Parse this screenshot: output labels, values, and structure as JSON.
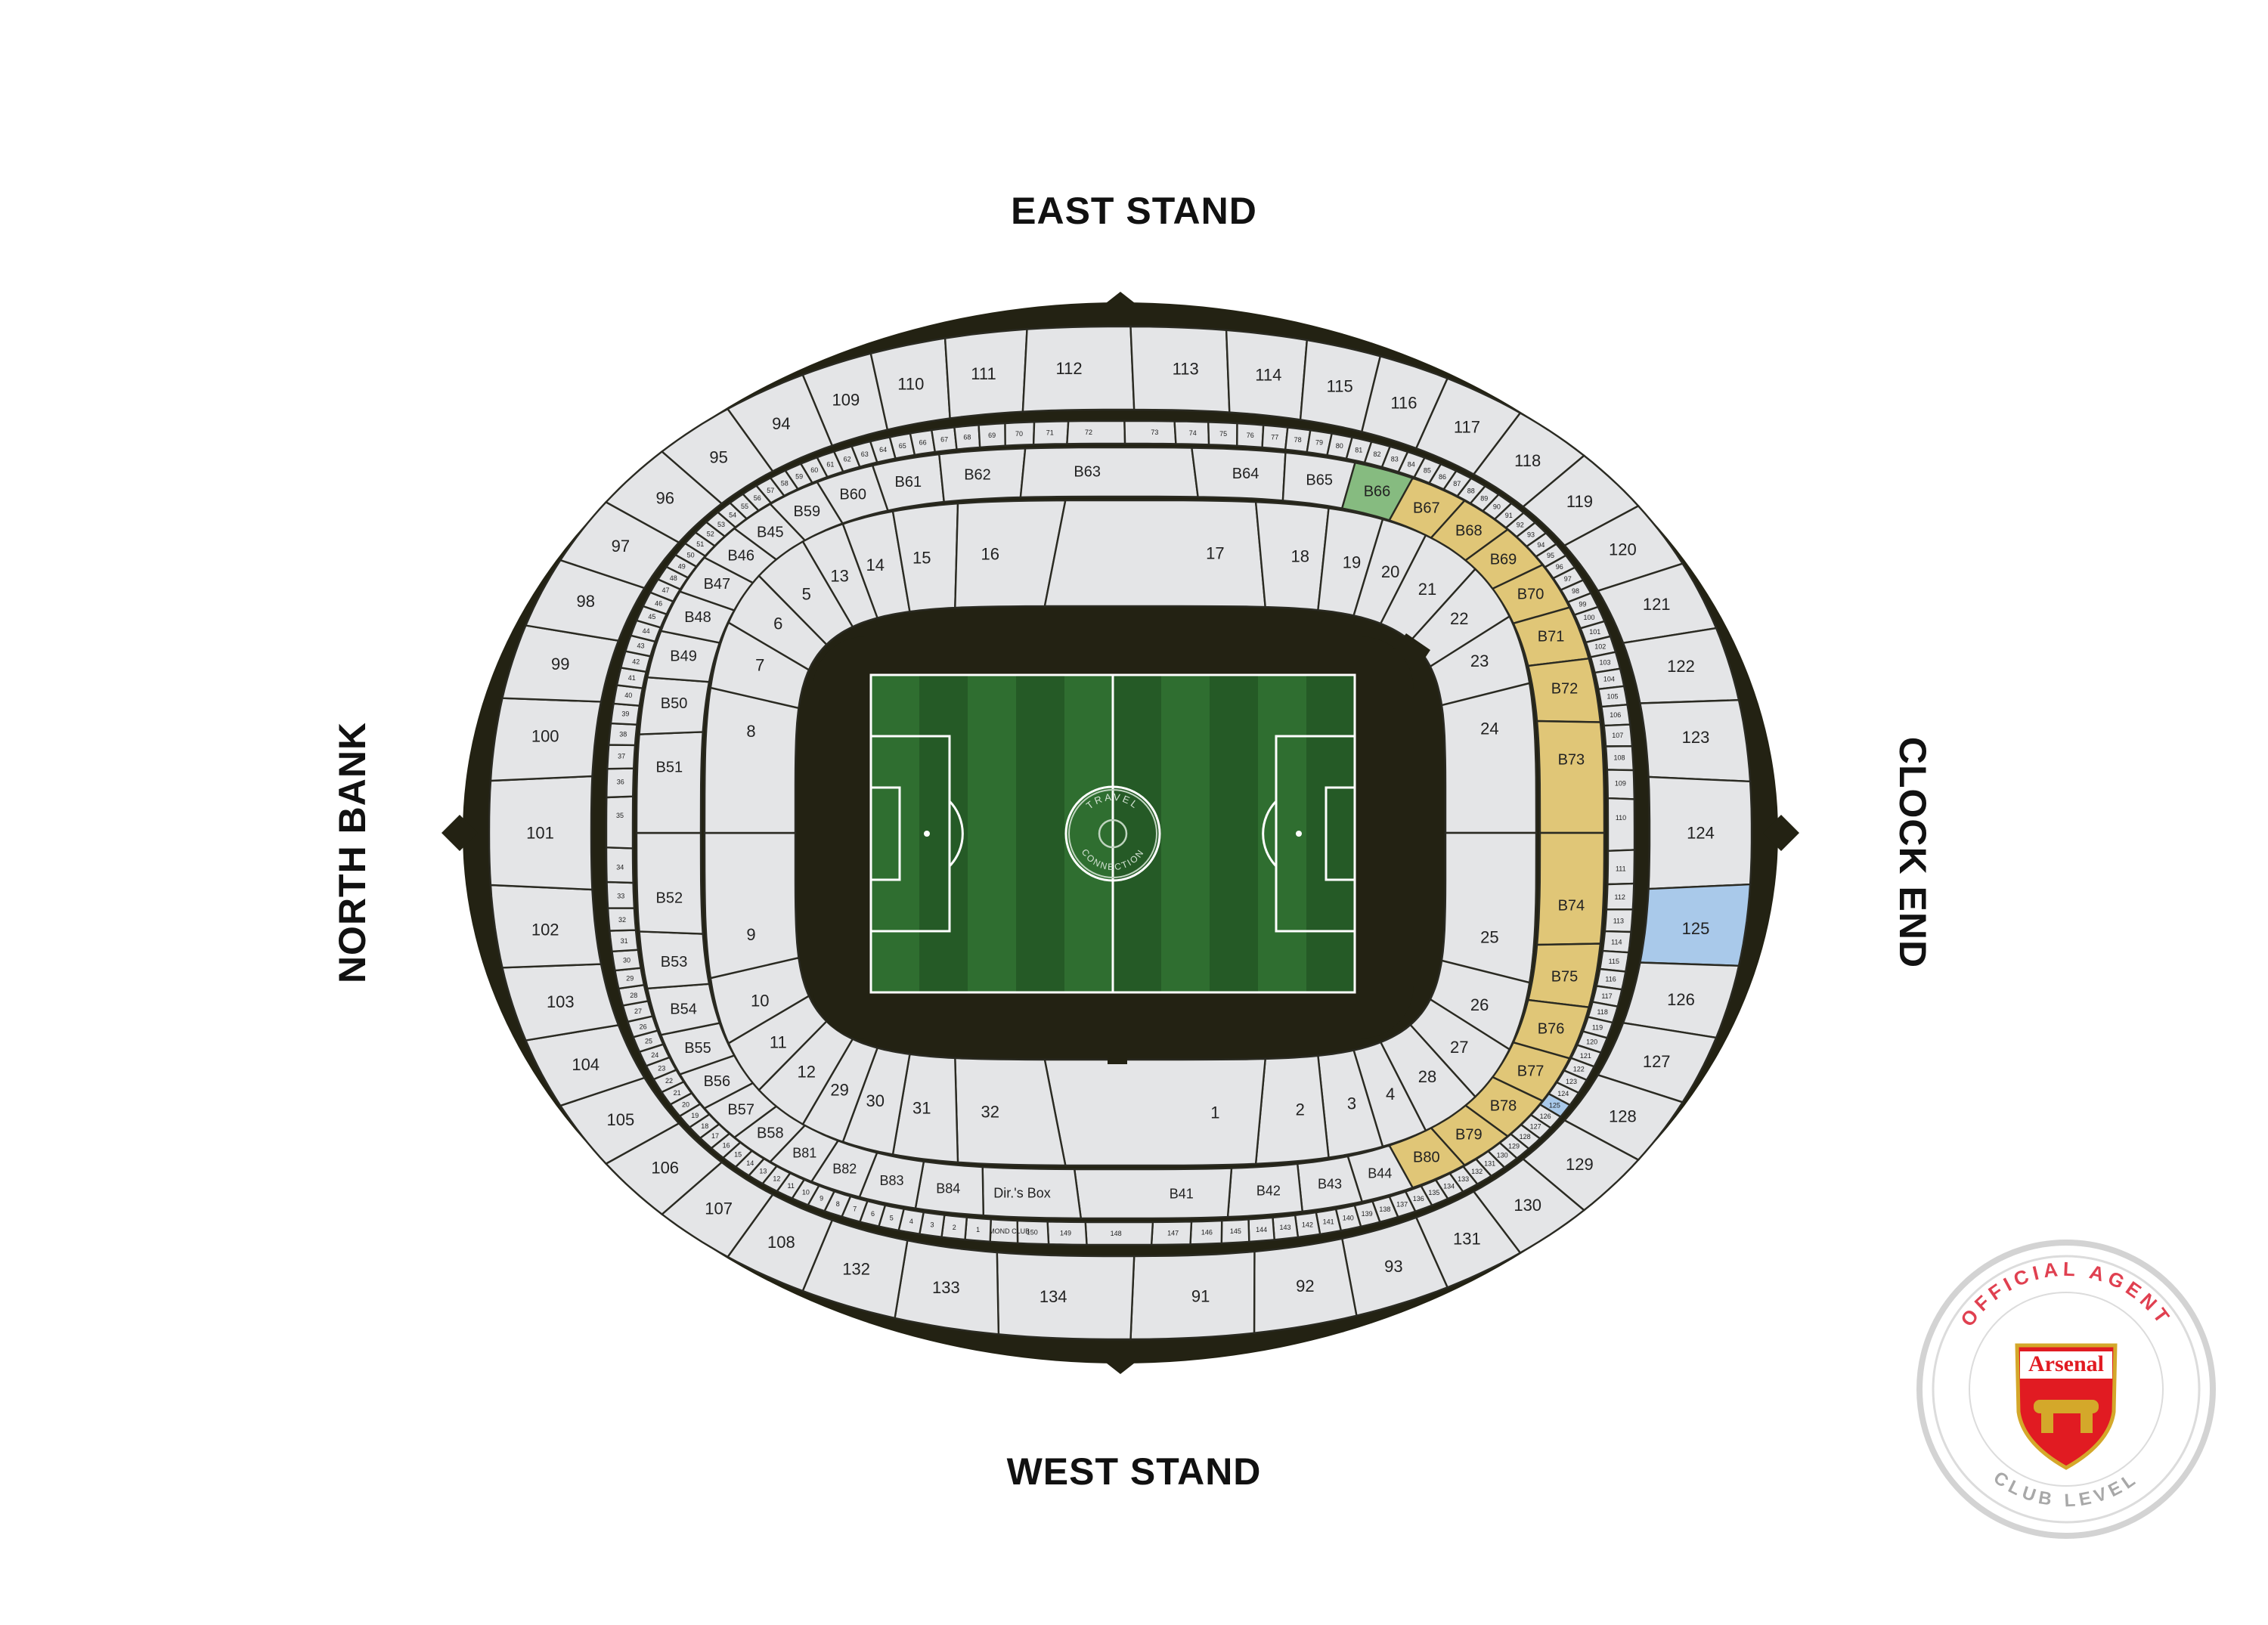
{
  "stands": {
    "east": "EAST STAND",
    "west": "WEST STAND",
    "north": "NORTH BANK",
    "clock": "CLOCK END"
  },
  "pitch_logo": {
    "top": "TRAVEL",
    "bottom": "CONNECTION",
    "icon": "travel-connection-logo-icon"
  },
  "sections": {
    "upper_east": [
      "109",
      "110",
      "111",
      "112",
      "113",
      "114",
      "115",
      "116"
    ],
    "upper_north": [
      "108",
      "107",
      "106",
      "105",
      "104",
      "103",
      "102",
      "101",
      "100",
      "99",
      "98",
      "97",
      "96",
      "95",
      "94"
    ],
    "upper_west": [
      "93",
      "92",
      "91",
      "134",
      "133",
      "132"
    ],
    "upper_clock": [
      "117",
      "118",
      "119",
      "120",
      "121",
      "122",
      "123",
      "124",
      "125",
      "126",
      "127",
      "128",
      "129",
      "130",
      "131"
    ],
    "lower_east": [
      "13",
      "14",
      "15",
      "16",
      "17",
      "18",
      "19",
      "20"
    ],
    "lower_north": [
      "12",
      "11",
      "10",
      "9",
      "8",
      "7",
      "6",
      "5"
    ],
    "lower_west": [
      "4",
      "3",
      "2",
      "1",
      "32",
      "31",
      "30",
      "29"
    ],
    "lower_clock": [
      "21",
      "22",
      "23",
      "24",
      "25",
      "26",
      "27",
      "28"
    ],
    "box_east": [
      "B59",
      "B60",
      "B61",
      "B62",
      "B63",
      "B64",
      "B65",
      "B66"
    ],
    "box_north": [
      "B58",
      "B57",
      "B56",
      "B55",
      "B54",
      "B53",
      "B52",
      "B51",
      "B50",
      "B49",
      "B48",
      "B47",
      "B46",
      "B45"
    ],
    "box_west": [
      "B44",
      "B43",
      "B42",
      "B41",
      "Dir.'s Box",
      "B84",
      "B83",
      "B82",
      "B81"
    ],
    "box_clock": [
      "B67",
      "B68",
      "B69",
      "B70",
      "B71",
      "B72",
      "B73",
      "B74",
      "B75",
      "B76",
      "B77",
      "B78",
      "B79",
      "B80"
    ],
    "club_ring": [
      "52",
      "53",
      "54",
      "55",
      "56",
      "57",
      "58",
      "59",
      "60",
      "61",
      "62",
      "63",
      "64",
      "65",
      "66",
      "67",
      "68",
      "69",
      "70",
      "71",
      "72",
      "73",
      "74",
      "75",
      "76",
      "77",
      "78",
      "79",
      "80",
      "81",
      "82",
      "83",
      "84",
      "85",
      "86",
      "87",
      "88",
      "89",
      "90",
      "91",
      "92",
      "93",
      "94",
      "95",
      "96",
      "97",
      "98",
      "99",
      "100",
      "101",
      "102",
      "103",
      "104",
      "105",
      "106",
      "107",
      "108",
      "109",
      "110",
      "111",
      "112",
      "113",
      "114",
      "115",
      "116",
      "117",
      "118",
      "119",
      "120",
      "121",
      "122",
      "123",
      "124",
      "125",
      "126",
      "127",
      "128",
      "129",
      "130",
      "131",
      "132",
      "133",
      "134",
      "135",
      "136",
      "137",
      "138",
      "139",
      "140",
      "141",
      "142",
      "143",
      "144",
      "145",
      "146",
      "147",
      "148",
      "149",
      "150",
      "DIAMOND CLUB",
      "1",
      "2",
      "3",
      "4",
      "5",
      "6",
      "7",
      "8",
      "9",
      "10",
      "11",
      "12",
      "13",
      "14",
      "15",
      "16",
      "17",
      "18",
      "19",
      "20",
      "21",
      "22",
      "23",
      "24",
      "25",
      "26",
      "27",
      "28",
      "29",
      "30",
      "31",
      "32",
      "33",
      "34",
      "35",
      "36",
      "37",
      "38",
      "39",
      "40",
      "41",
      "42",
      "43",
      "44",
      "45",
      "46",
      "47",
      "48",
      "49",
      "50",
      "51"
    ]
  },
  "highlight": {
    "green": [
      "B66"
    ],
    "gold": [
      "B67",
      "B68",
      "B69",
      "B70",
      "B71",
      "B72",
      "B73",
      "B74",
      "B75",
      "B76",
      "B77",
      "B78",
      "B79",
      "B80"
    ],
    "blue": [
      "125"
    ]
  },
  "colors": {
    "ring": "#232213",
    "seat": "#e4e5e7",
    "pitch_light": "#2f6e30",
    "pitch_dark": "#255a26",
    "green": "#86bb80",
    "gold": "#e0c677",
    "blue": "#a9c9ea"
  },
  "badge": {
    "top_text": "OFFICIAL AGENT",
    "bottom_text": "CLUB LEVEL",
    "crest_text": "Arsenal",
    "icon": "arsenal-crest-icon"
  }
}
